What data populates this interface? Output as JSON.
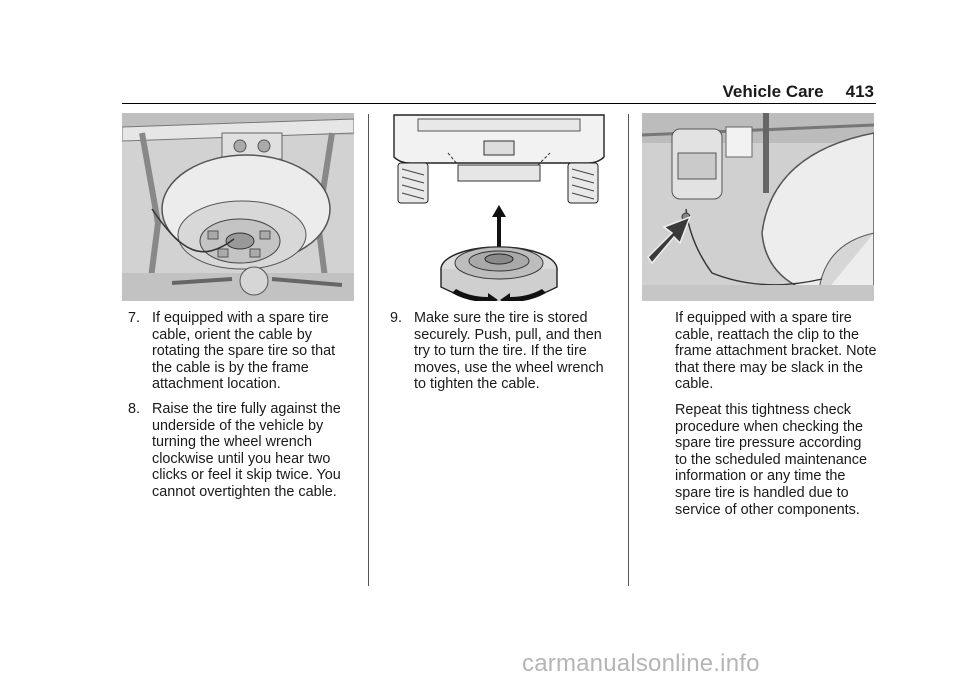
{
  "header": {
    "section": "Vehicle Care",
    "page_number": "413"
  },
  "column1": {
    "steps": [
      {
        "number": "7.",
        "lines": [
          "If equipped with a spare tire",
          "cable, orient the cable by",
          "rotating the spare tire so that",
          "the cable is by the frame",
          "attachment location."
        ]
      },
      {
        "number": "8.",
        "lines": [
          "Raise the tire fully against the",
          "underside of the vehicle by",
          "turning the wheel wrench",
          "clockwise until you hear two",
          "clicks or feel it skip twice. You",
          "cannot overtighten the cable."
        ]
      }
    ]
  },
  "column2": {
    "steps": [
      {
        "number": "9.",
        "lines": [
          "Make sure the tire is stored",
          "securely. Push, pull, and then",
          "try to turn the tire. If the tire",
          "moves, use the wheel wrench",
          "to tighten the cable."
        ]
      }
    ]
  },
  "column3": {
    "paragraphs": [
      {
        "lines": [
          "If equipped with a spare tire",
          "cable, reattach the clip to the",
          "frame attachment bracket. Note",
          "that there may be slack in the",
          "cable."
        ]
      },
      {
        "lines": [
          "Repeat this tightness check",
          "procedure when checking the",
          "spare tire pressure according",
          "to the scheduled maintenance",
          "information or any time the",
          "spare tire is handled due to",
          "service of other components."
        ]
      }
    ]
  },
  "watermark": "carmanualsonline.info",
  "colors": {
    "text": "#1a1a1a",
    "rule": "#000000",
    "watermark": "#b5b5b5",
    "figure_bg": "#d4d4d4"
  }
}
